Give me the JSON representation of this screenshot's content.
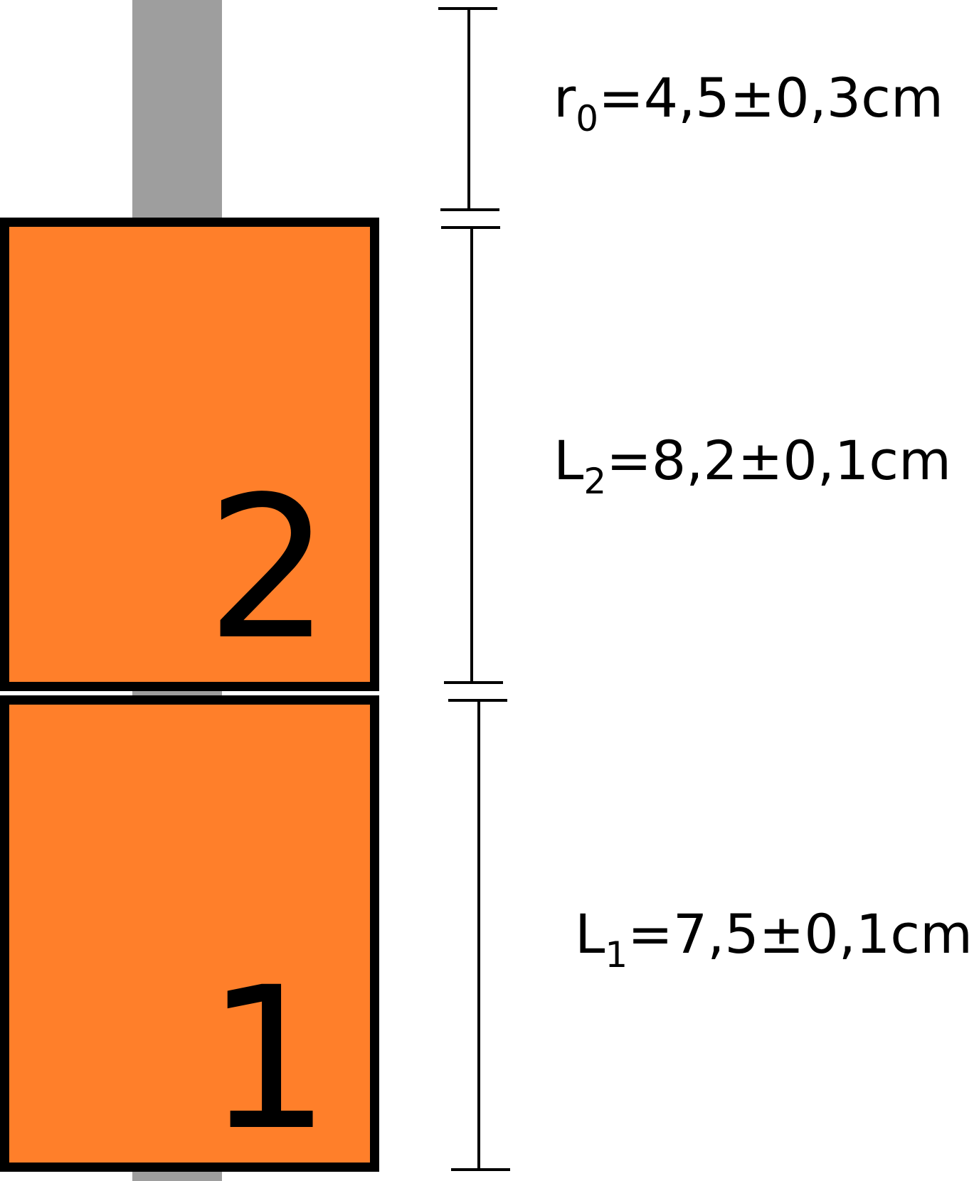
{
  "colors": {
    "block_fill": "#ff7f2a",
    "block_stroke": "#000000",
    "rod": "#9e9e9e",
    "text": "#000000"
  },
  "blocks": [
    {
      "label": "2"
    },
    {
      "label": "1"
    }
  ],
  "dimensions": [
    {
      "symbol": "r",
      "subscript": "0",
      "value": "=4,5±0,3cm"
    },
    {
      "symbol": "L",
      "subscript": "2",
      "value": "=8,2±0,1cm"
    },
    {
      "symbol": "L",
      "subscript": "1",
      "value": "=7,5±0,1cm"
    }
  ]
}
